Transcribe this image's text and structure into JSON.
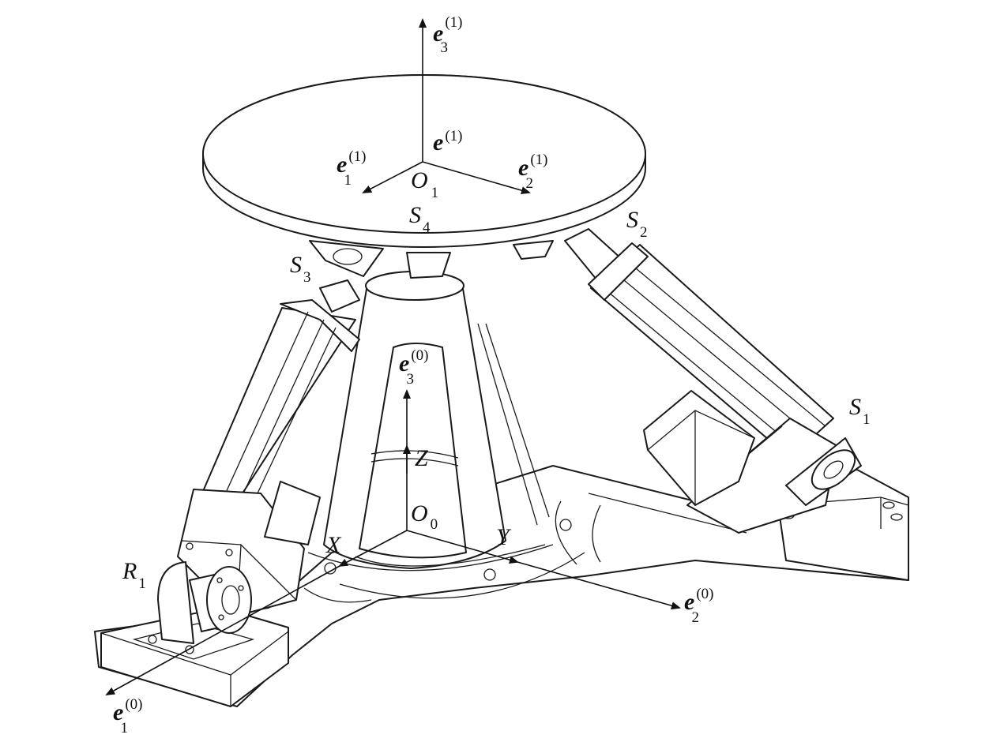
{
  "labels": {
    "e3_top": {
      "base": "e",
      "sup": "(1)",
      "sub": "3"
    },
    "e_top": {
      "base": "e",
      "sup": "(1)"
    },
    "e1_top": {
      "base": "e",
      "sup": "(1)",
      "sub": "1"
    },
    "e2_top": {
      "base": "e",
      "sup": "(1)",
      "sub": "2"
    },
    "o1": {
      "base": "O",
      "sub": "1"
    },
    "s4": {
      "base": "S",
      "sub": "4"
    },
    "s2": {
      "base": "S",
      "sub": "2"
    },
    "s3": {
      "base": "S",
      "sub": "3"
    },
    "s1": {
      "base": "S",
      "sub": "1"
    },
    "e3_base": {
      "base": "e",
      "sup": "(0)",
      "sub": "3"
    },
    "z": {
      "base": "Z"
    },
    "o0": {
      "base": "O",
      "sub": "0"
    },
    "x": {
      "base": "X"
    },
    "y": {
      "base": "Y"
    },
    "r1": {
      "base": "R",
      "sub": "1"
    },
    "e2_base": {
      "base": "e",
      "sup": "(0)",
      "sub": "2"
    },
    "e1_base": {
      "base": "e",
      "sup": "(0)",
      "sub": "1"
    }
  }
}
